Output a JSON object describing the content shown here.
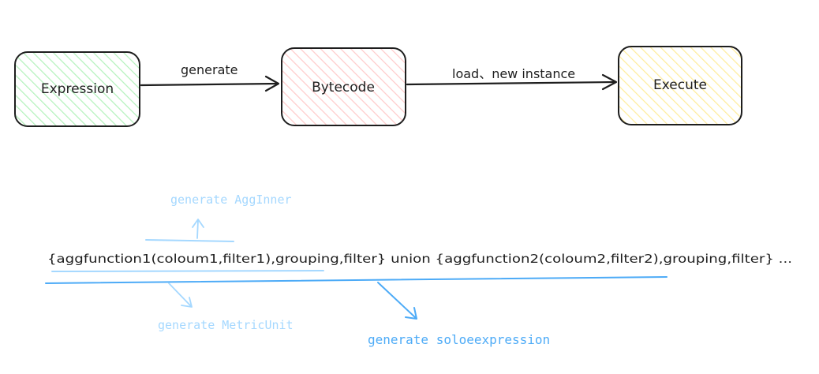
{
  "nodes": {
    "expression": {
      "label": "Expression",
      "fill": "#b2f2bb"
    },
    "bytecode": {
      "label": "Bytecode",
      "fill": "#ffc9c9"
    },
    "execute": {
      "label": "Execute",
      "fill": "#ffec99"
    }
  },
  "edges": {
    "generate": {
      "label": "generate"
    },
    "load": {
      "label": "load、new instance"
    }
  },
  "expression_line": {
    "text": "{aggfunction1(coloum1,filter1),grouping,filter} union {aggfunction2(coloum2,filter2),grouping,filter} ..."
  },
  "annotations": {
    "agg_inner": {
      "label": "generate AggInner",
      "color": "#a5d8ff"
    },
    "metric_unit": {
      "label": "generate MetricUnit",
      "color": "#a5d8ff"
    },
    "solo_expression": {
      "label": "generate soloeexpression",
      "color": "#4dabf7"
    }
  },
  "colors": {
    "stroke": "#1e1e1e",
    "light_blue": "#a5d8ff",
    "mid_blue": "#4dabf7"
  }
}
